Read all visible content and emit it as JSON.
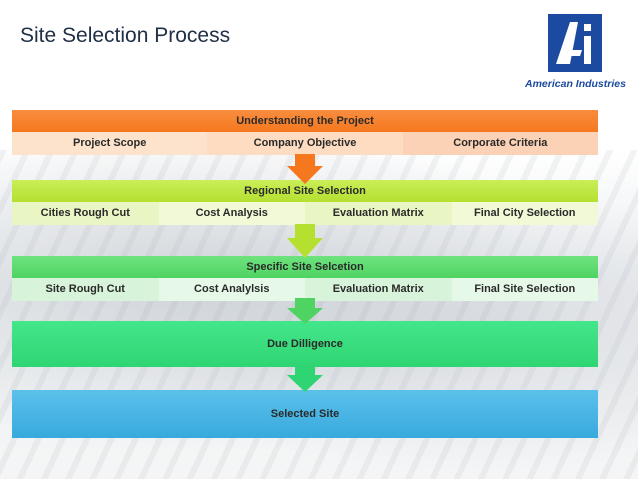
{
  "title": "Site Selection Process",
  "logo": {
    "text": "American Industries",
    "icon": "american-industries-logo-icon",
    "color": "#1b4aa0"
  },
  "stages": [
    {
      "heading": "Understanding the Project",
      "items": [
        "Project Scope",
        "Company Objective",
        "Corporate Criteria"
      ],
      "color": "#f5781e"
    },
    {
      "heading": "Regional Site Selection",
      "items": [
        "Cities Rough Cut",
        "Cost Analysis",
        "Evaluation Matrix",
        "Final City Selection"
      ],
      "color": "#b5e02f"
    },
    {
      "heading": "Specific Site Selcetion",
      "items": [
        "Site Rough Cut",
        "Cost Analylsis",
        "Evaluation Matrix",
        "Final Site Selection"
      ],
      "color": "#4fd362"
    },
    {
      "heading": "Due Dilligence",
      "items": [],
      "color": "#2fd573"
    },
    {
      "heading": "Selected Site",
      "items": [],
      "color": "#38a9de"
    }
  ]
}
